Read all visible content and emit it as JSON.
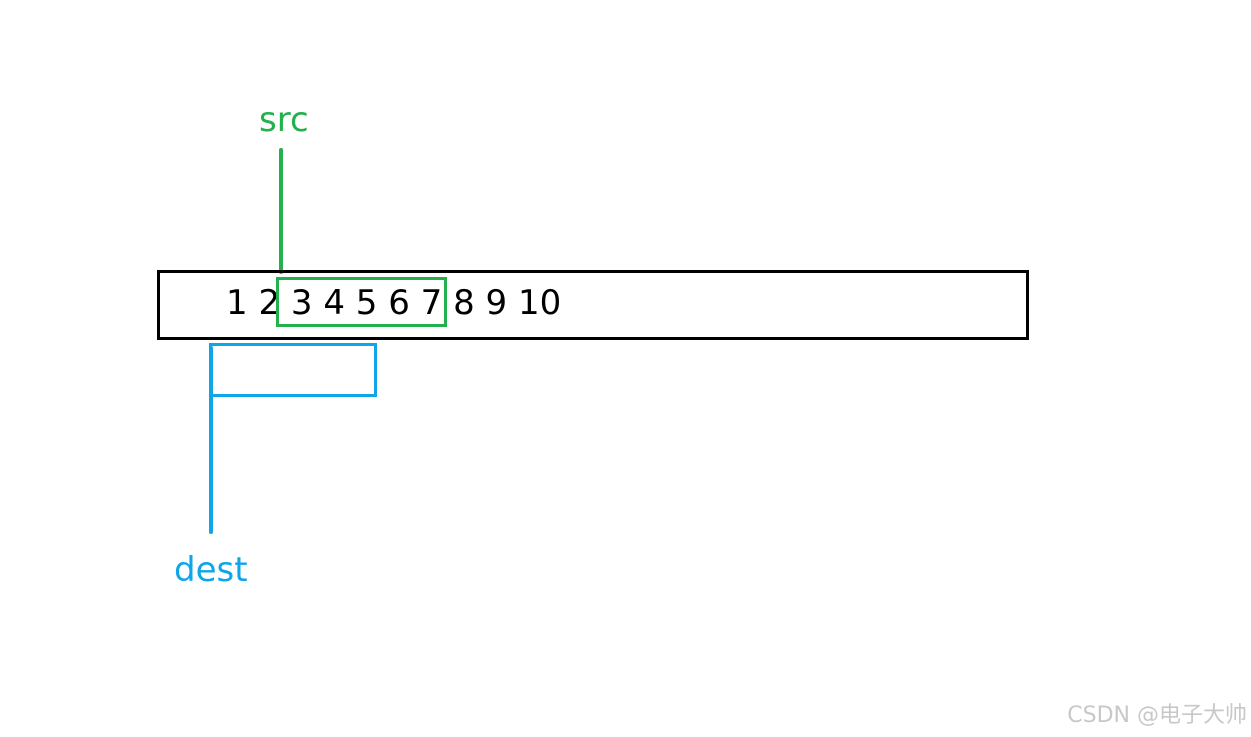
{
  "labels": {
    "src": "src",
    "dest": "dest"
  },
  "array": {
    "values": "1 2 3 4 5 6 7 8 9 10"
  },
  "colors": {
    "src": "#22b14c",
    "dest": "#0ea5e9",
    "array_border": "#000000"
  },
  "watermark": {
    "text": "CSDN @电子大帅"
  }
}
